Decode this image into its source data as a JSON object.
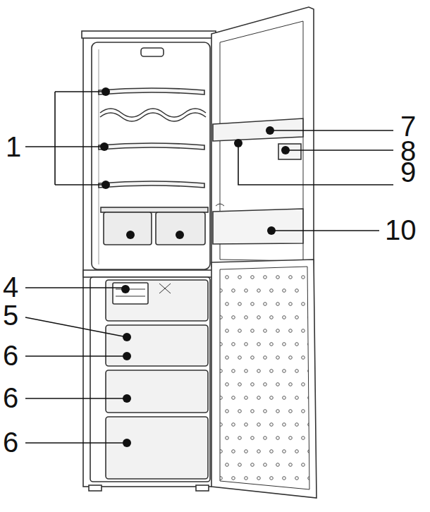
{
  "diagram": {
    "labels": [
      "7",
      "1",
      "8",
      "9",
      "10",
      "4",
      "5",
      "6",
      "6",
      "6"
    ]
  }
}
